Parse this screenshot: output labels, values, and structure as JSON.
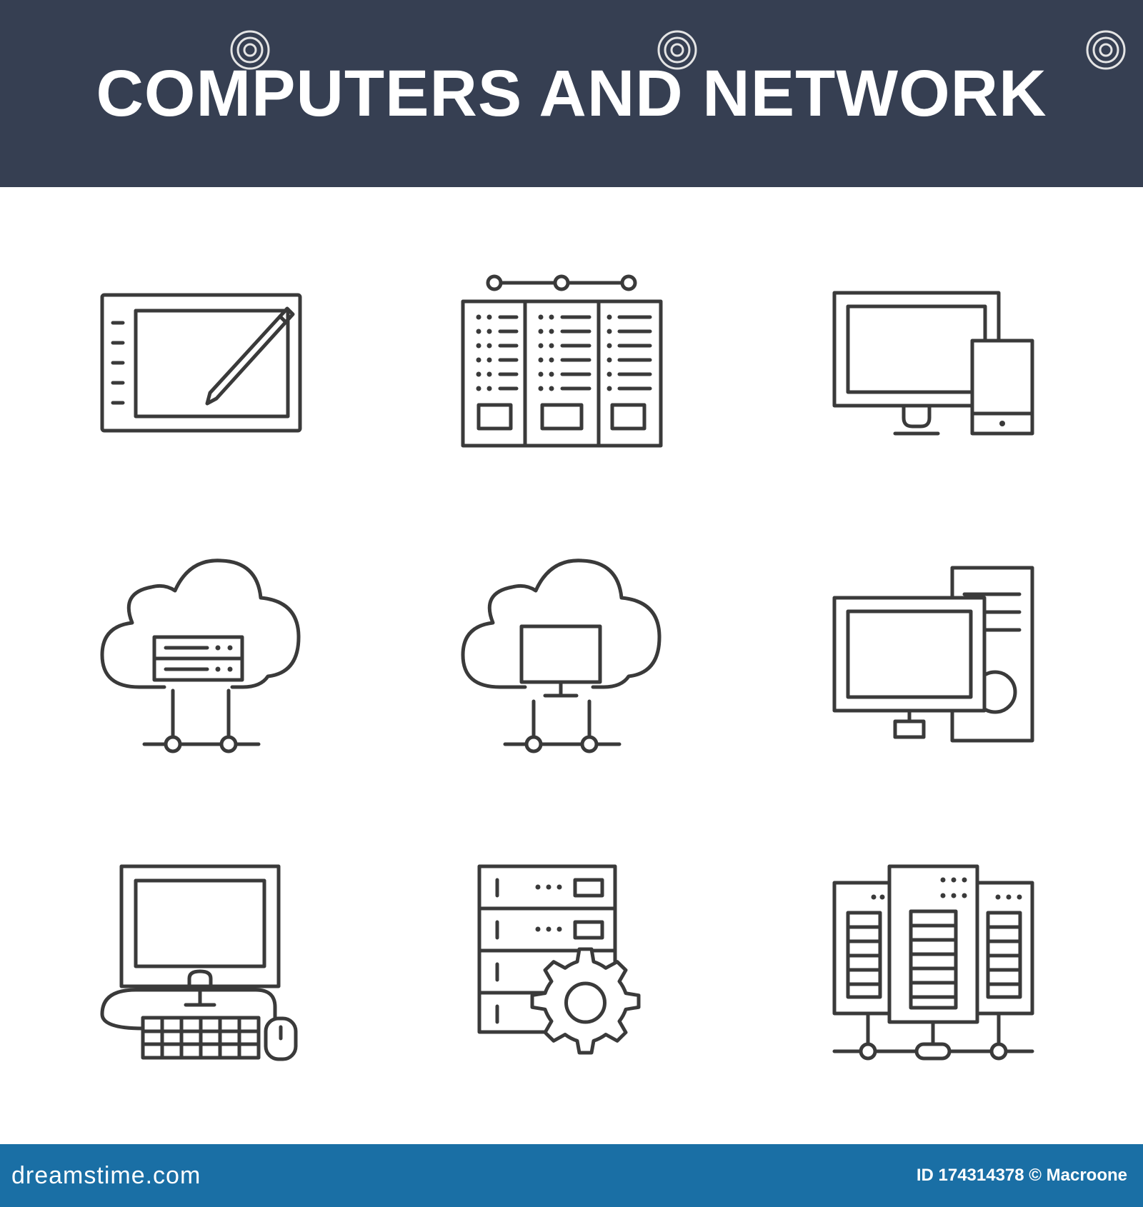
{
  "header": {
    "title": "COMPUTERS AND NETWORK"
  },
  "colors": {
    "header_bg": "#363f52",
    "icon_stroke": "#3a3a3a",
    "footer_bg": "#1a6fa5",
    "background": "#ffffff"
  },
  "icons": [
    {
      "name": "graphic-tablet-icon"
    },
    {
      "name": "server-racks-network-icon"
    },
    {
      "name": "monitor-and-smartphone-icon"
    },
    {
      "name": "cloud-server-network-icon"
    },
    {
      "name": "cloud-computer-network-icon"
    },
    {
      "name": "desktop-computer-tower-icon"
    },
    {
      "name": "computer-keyboard-mouse-icon"
    },
    {
      "name": "server-settings-gear-icon"
    },
    {
      "name": "server-cluster-network-icon"
    }
  ],
  "footer": {
    "logo": "dreamstime.com",
    "credit": "ID 174314378 © Macroone"
  }
}
